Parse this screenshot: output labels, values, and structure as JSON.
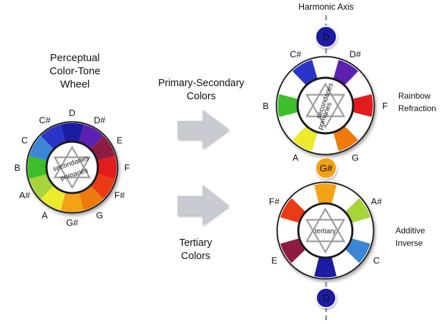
{
  "titles": {
    "wheel_title_lines": [
      "Perceptual",
      "Color-Tone",
      "Wheel"
    ],
    "primary_secondary_lines": [
      "Primary-Secondary",
      "Colors"
    ],
    "tertiary_lines": [
      "Tertiary",
      "Colors"
    ],
    "harmonic_axis": "Harmonic Axis",
    "rainbow_lines": [
      "Rainbow",
      "Refraction"
    ],
    "additive_lines": [
      "Additive",
      "Inverse"
    ]
  },
  "inner_labels": {
    "secondaries": "secondaries",
    "primaries": "primaries",
    "tertiary": "tertiary"
  },
  "colors": {
    "D": "#1d1fa3",
    "D#": "#5a22b3",
    "E": "#8e1a3f",
    "F": "#e21a1a",
    "F#": "#ea3a18",
    "G": "#ee7a10",
    "G#": "#f3a219",
    "A": "#ecea2c",
    "A#": "#a7d33a",
    "B": "#3cbe2a",
    "C": "#3b86d6",
    "C#": "#2a35c8",
    "ring_border": "#1a1a1a",
    "hex_star": "#9a9a9a",
    "arrow_fill": "#c8ccd2",
    "axis_line": "#8a8f96"
  },
  "wheel": {
    "notes": [
      "D",
      "D#",
      "E",
      "F",
      "F#",
      "G",
      "G#",
      "A",
      "A#",
      "B",
      "C",
      "C#"
    ]
  },
  "rainbow_wheel": {
    "colored_notes": [
      "C#",
      "D#",
      "F",
      "G",
      "A",
      "B"
    ],
    "labels": [
      "C#",
      "D#",
      "F",
      "G",
      "A",
      "B"
    ]
  },
  "additive_wheel": {
    "colored_notes": [
      "G#",
      "F#",
      "E",
      "D",
      "C",
      "A#"
    ],
    "labels": [
      "F#",
      "E",
      "C",
      "A#"
    ]
  },
  "axis_nodes": [
    {
      "note": "D",
      "color": "#1d1fa3"
    },
    {
      "note": "G#",
      "color": "#f3a219"
    },
    {
      "note": "D",
      "color": "#1d1fa3"
    }
  ]
}
